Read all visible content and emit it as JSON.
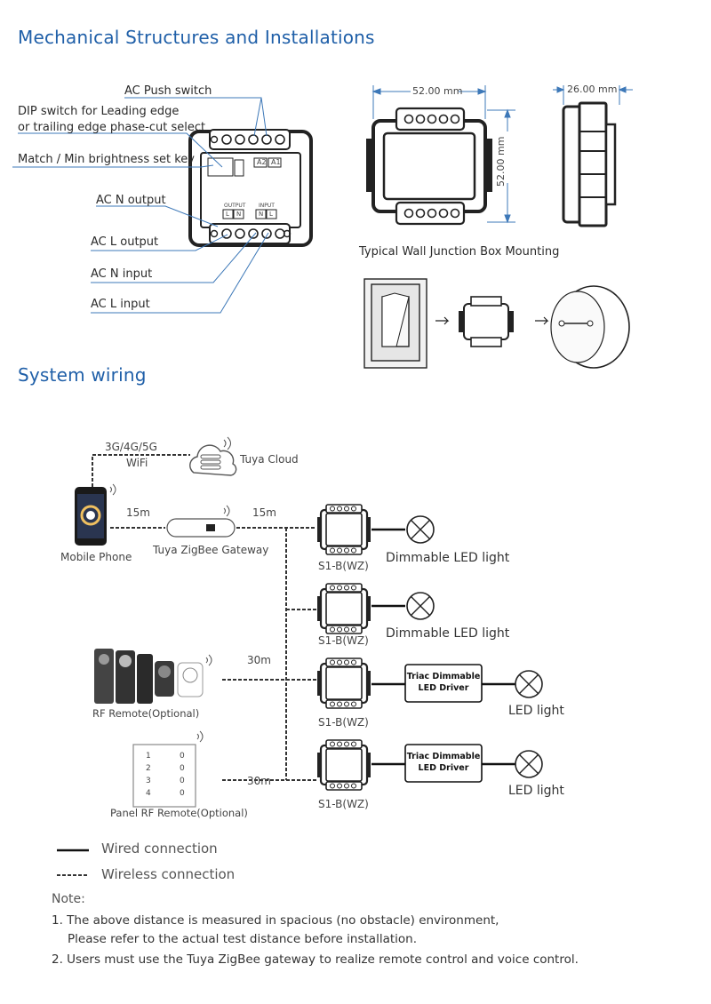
{
  "sections": {
    "mechanical_title": "Mechanical Structures and Installations",
    "wiring_title": "System wiring"
  },
  "callouts": {
    "ac_push": "AC Push switch",
    "dip_line1": "DIP switch for Leading edge",
    "dip_line2": "or trailing edge phase-cut select",
    "match": "Match / Min brightness set key",
    "ac_n_output": "AC N output",
    "ac_l_output": "AC L output",
    "ac_n_input": "AC N input",
    "ac_l_input": "AC L input"
  },
  "device_labels": {
    "a2": "A2",
    "a1": "A1",
    "output": "OUTPUT",
    "input": "INPUT",
    "l": "L",
    "n": "N"
  },
  "dimensions": {
    "width": "52.00 mm",
    "height": "52.00 mm",
    "depth": "26.00 mm"
  },
  "mounting_title": "Typical Wall Junction Box Mounting",
  "wiring": {
    "network": "3G/4G/5G",
    "wifi": "WiFi",
    "cloud": "Tuya Cloud",
    "phone": "Mobile Phone",
    "gateway": "Tuya ZigBee Gateway",
    "dist_phone": "15m",
    "dist_gateway": "15m",
    "dist_rf": "30m",
    "dist_panel": "30m",
    "rf_remote": "RF Remote(Optional)",
    "panel_remote": "Panel RF Remote(Optional)",
    "receivers": [
      "S1-B(WZ)",
      "S1-B(WZ)",
      "S1-B(WZ)",
      "S1-B(WZ)"
    ],
    "loads": [
      "Dimmable LED light",
      "Dimmable LED light",
      "LED light",
      "LED light"
    ],
    "driver_line1": "Triac Dimmable",
    "driver_line2": "LED Driver",
    "panel_keys_left": [
      "1",
      "2",
      "3",
      "4"
    ],
    "panel_keys_right": [
      "0",
      "0",
      "0",
      "0"
    ]
  },
  "legend": {
    "wired": "Wired connection",
    "wireless": "Wireless connection"
  },
  "notes": {
    "title": "Note:",
    "n1a": "1. The above distance is measured in spacious (no obstacle) environment,",
    "n1b": "Please refer to the actual test distance before installation.",
    "n2": "2. Users must use the Tuya ZigBee gateway to realize remote control and voice control."
  },
  "colors": {
    "title": "#1f5fa8",
    "callout_line": "#3d78b8",
    "dim_line": "#3d78b8"
  }
}
